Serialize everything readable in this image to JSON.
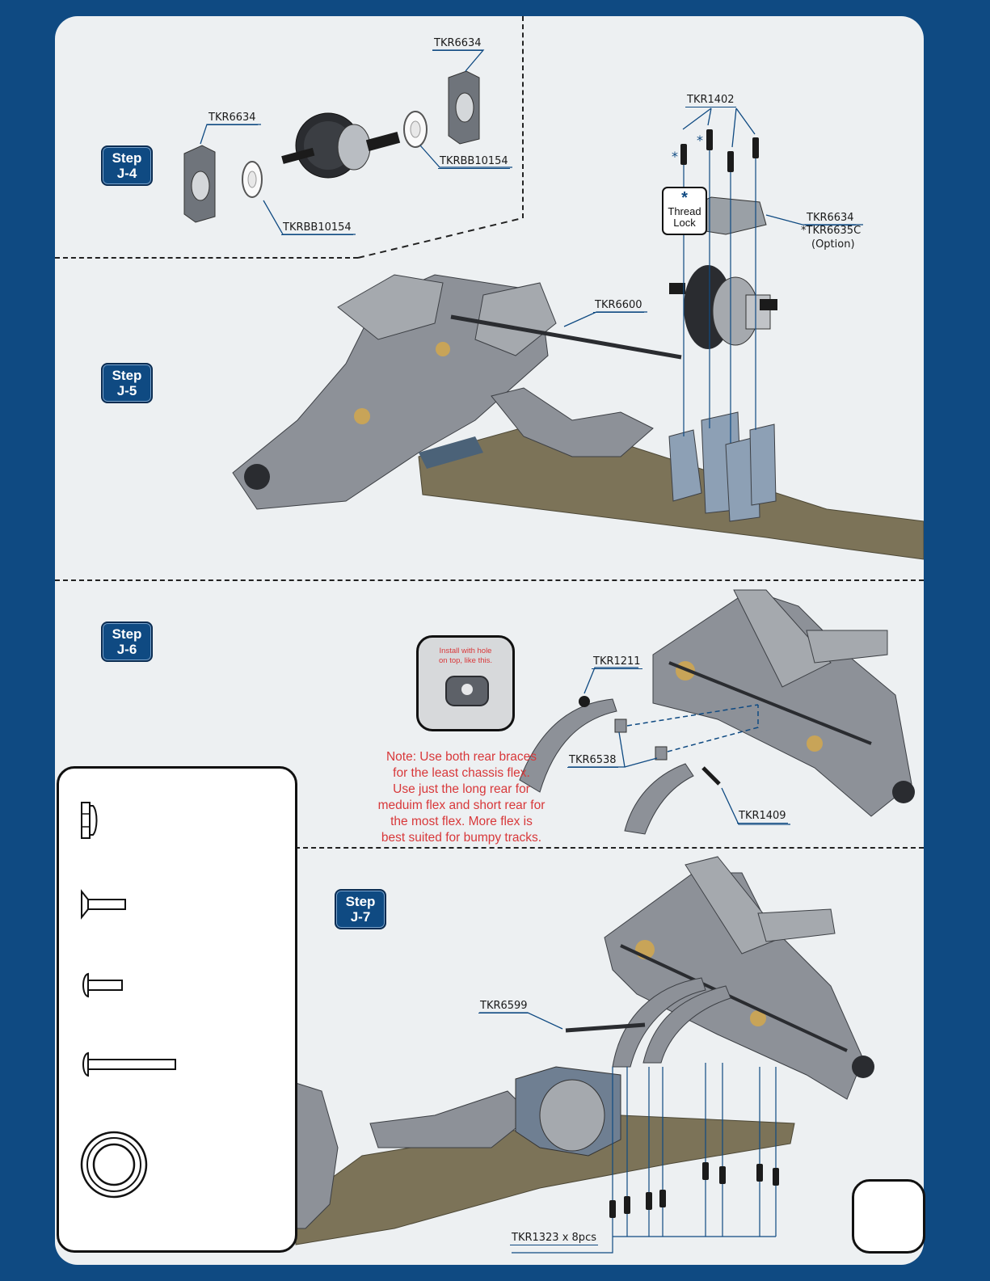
{
  "steps": {
    "j4": {
      "line1": "Step",
      "line2": "J-4"
    },
    "j5": {
      "line1": "Step",
      "line2": "J-5"
    },
    "j6": {
      "line1": "Step",
      "line2": "J-6"
    },
    "j7": {
      "line1": "Step",
      "line2": "J-7"
    }
  },
  "parts": {
    "tkr6634_top": "TKR6634",
    "tkr6634_left": "TKR6634",
    "tkrbb_right": "TKRBB10154",
    "tkrbb_left": "TKRBB10154",
    "tkr1402": "TKR1402",
    "tkr6634_mount": "TKR6634",
    "tkr6635c": "*TKR6635C",
    "option": "(Option)",
    "tkr6600": "TKR6600",
    "tkr1211": "TKR1211",
    "tkr6538": "TKR6538",
    "tkr1409": "TKR1409",
    "tkr6599": "TKR6599",
    "tkr1323": "TKR1323 x 8pcs"
  },
  "thread_lock": {
    "symbol": "*",
    "line1": "Thread",
    "line2": "Lock"
  },
  "screw_marks": [
    "*",
    "*"
  ],
  "callout": {
    "text_line1": "Install with hole",
    "text_line2": "on top, like this."
  },
  "note": {
    "lines": [
      "Note: Use both rear braces",
      "for the least chassis flex.",
      "Use just the long rear for",
      "meduim flex and short rear for",
      "the most flex.  More flex is",
      "best suited for bumpy tracks."
    ]
  },
  "legend_icons": [
    "nut-icon",
    "flat-head-screw-icon",
    "button-head-screw-icon",
    "long-button-head-screw-icon",
    "bearing-icon"
  ],
  "colors": {
    "brand_blue": "#0f4a82",
    "note_red": "#d8383a",
    "chassis_tan": "#7c7358",
    "part_grey": "#8d9198"
  }
}
